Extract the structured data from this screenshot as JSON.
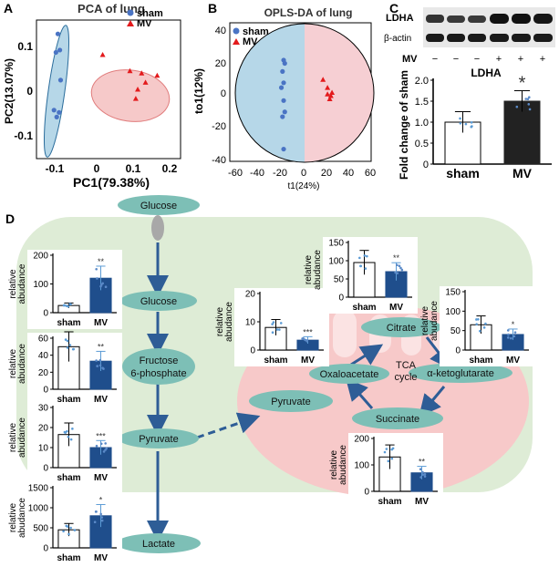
{
  "panels": {
    "A": {
      "letter": "A",
      "title": "PCA of lung",
      "xlabel": "PC1(79.38%)",
      "ylabel": "PC2(13.07%)",
      "xticks": [
        "-0.1",
        "0",
        "0.1",
        "0.2"
      ],
      "yticks": [
        "0.1",
        "0",
        "-0.1"
      ],
      "legend": [
        {
          "label": "sham",
          "color": "#4a74c4",
          "marker": "circle"
        },
        {
          "label": "MV",
          "color": "#e31a1c",
          "marker": "triangle"
        }
      ]
    },
    "B": {
      "letter": "B",
      "title": "OPLS-DA of lung",
      "xlabel": "t1(24%)",
      "ylabel": "to1(12%)",
      "xticks": [
        "-60",
        "-40",
        "-20",
        "0",
        "20",
        "40",
        "60"
      ],
      "yticks": [
        "40",
        "20",
        "0",
        "-20",
        "-40"
      ],
      "legend": [
        {
          "label": "sham",
          "color": "#4a74c4",
          "marker": "circle"
        },
        {
          "label": "MV",
          "color": "#e31a1c",
          "marker": "triangle"
        }
      ]
    },
    "C": {
      "letter": "C",
      "blot_labels": [
        "LDHA",
        "β-actin"
      ],
      "lane_label": "MV",
      "lanes": [
        "−",
        "−",
        "−",
        "+",
        "+",
        "+"
      ],
      "title": "LDHA",
      "ylabel": "Fold change of sham",
      "yticks": [
        "2.0",
        "1.5",
        "1.0",
        "0.5",
        "0"
      ],
      "categories": [
        "sham",
        "MV"
      ],
      "significance": "*"
    },
    "D": {
      "letter": "D",
      "metabolites": [
        "Glucose",
        "Glucose",
        "Fructose 6-phosphate",
        "Pyruvate",
        "Lactate",
        "Pyruvate",
        "Citrate",
        "Oxaloacetate",
        "α-ketoglutarate",
        "Succinate"
      ],
      "tca_label": [
        "TCA",
        "cycle"
      ],
      "ylabel": "relative abudance",
      "bar_categories": [
        "sham",
        "MV"
      ]
    }
  },
  "chart_data": [
    {
      "type": "scatter",
      "title": "PCA of lung",
      "xlabel": "PC1(79.38%)",
      "ylabel": "PC2(13.07%)",
      "xlim": [
        -0.15,
        0.22
      ],
      "ylim": [
        -0.15,
        0.15
      ],
      "series": [
        {
          "name": "sham",
          "color": "#4a74c4",
          "x": [
            -0.095,
            -0.09,
            -0.1,
            -0.088,
            -0.098,
            -0.105,
            -0.092
          ],
          "y": [
            0.12,
            0.085,
            0.08,
            0.02,
            -0.06,
            -0.045,
            -0.05
          ]
        },
        {
          "name": "MV",
          "color": "#e31a1c",
          "x": [
            0.02,
            0.09,
            0.11,
            0.12,
            0.13,
            0.16,
            0.105
          ],
          "y": [
            0.075,
            0.04,
            0.0,
            0.035,
            0.015,
            0.03,
            -0.02
          ]
        }
      ]
    },
    {
      "type": "scatter",
      "title": "OPLS-DA of lung",
      "xlabel": "t1(24%)",
      "ylabel": "to1(12%)",
      "xlim": [
        -60,
        60
      ],
      "ylim": [
        -40,
        40
      ],
      "series": [
        {
          "name": "sham",
          "color": "#4a74c4",
          "x": [
            -17,
            -16,
            -18,
            -17,
            -19,
            -17,
            -16,
            -18,
            -17
          ],
          "y": [
            22,
            20,
            15,
            8,
            5,
            -3,
            -10,
            -13,
            -33
          ]
        },
        {
          "name": "MV",
          "color": "#e31a1c",
          "x": [
            18,
            22,
            25,
            26,
            24,
            22
          ],
          "y": [
            10,
            5,
            0,
            2,
            -2,
            1
          ]
        }
      ]
    },
    {
      "type": "bar",
      "title": "LDHA",
      "ylabel": "Fold change of sham",
      "ylim": [
        0,
        2.0
      ],
      "categories": [
        "sham",
        "MV"
      ],
      "values": [
        1.0,
        1.5
      ],
      "errors": [
        0.25,
        0.25
      ]
    },
    {
      "type": "bar",
      "metabolite": "Glucose",
      "categories": [
        "sham",
        "MV"
      ],
      "values": [
        25,
        120
      ],
      "ylim": [
        0,
        200
      ],
      "yticks": [
        "200",
        "100",
        "0"
      ],
      "significance": "**"
    },
    {
      "type": "bar",
      "metabolite": "Fructose 6-phosphate",
      "categories": [
        "sham",
        "MV"
      ],
      "values": [
        50,
        33
      ],
      "ylim": [
        0,
        60
      ],
      "yticks": [
        "60",
        "40",
        "20",
        "0"
      ],
      "significance": "**"
    },
    {
      "type": "bar",
      "metabolite": "Pyruvate",
      "categories": [
        "sham",
        "MV"
      ],
      "values": [
        16.5,
        10
      ],
      "ylim": [
        0,
        30
      ],
      "yticks": [
        "30",
        "20",
        "10",
        "0"
      ],
      "significance": "***"
    },
    {
      "type": "bar",
      "metabolite": "Lactate",
      "categories": [
        "sham",
        "MV"
      ],
      "values": [
        450,
        800
      ],
      "ylim": [
        0,
        1500
      ],
      "yticks": [
        "1500",
        "1000",
        "500",
        "0"
      ],
      "significance": "*"
    },
    {
      "type": "bar",
      "metabolite": "Pyruvate",
      "categories": [
        "sham",
        "MV"
      ],
      "values": [
        8,
        3.5
      ],
      "ylim": [
        0,
        20
      ],
      "yticks": [
        "20",
        "10",
        "0"
      ],
      "significance": "***"
    },
    {
      "type": "bar",
      "metabolite": "Citrate",
      "categories": [
        "sham",
        "MV"
      ],
      "values": [
        95,
        70
      ],
      "ylim": [
        0,
        150
      ],
      "yticks": [
        "150",
        "100",
        "50",
        "0"
      ],
      "significance": "**"
    },
    {
      "type": "bar",
      "metabolite": "α-ketoglutarate",
      "categories": [
        "sham",
        "MV"
      ],
      "values": [
        65,
        40
      ],
      "ylim": [
        0,
        150
      ],
      "yticks": [
        "150",
        "100",
        "50",
        "0"
      ],
      "significance": "*"
    },
    {
      "type": "bar",
      "metabolite": "Succinate",
      "categories": [
        "sham",
        "MV"
      ],
      "values": [
        130,
        70
      ],
      "ylim": [
        0,
        200
      ],
      "yticks": [
        "200",
        "100",
        "0"
      ],
      "significance": "**"
    }
  ]
}
